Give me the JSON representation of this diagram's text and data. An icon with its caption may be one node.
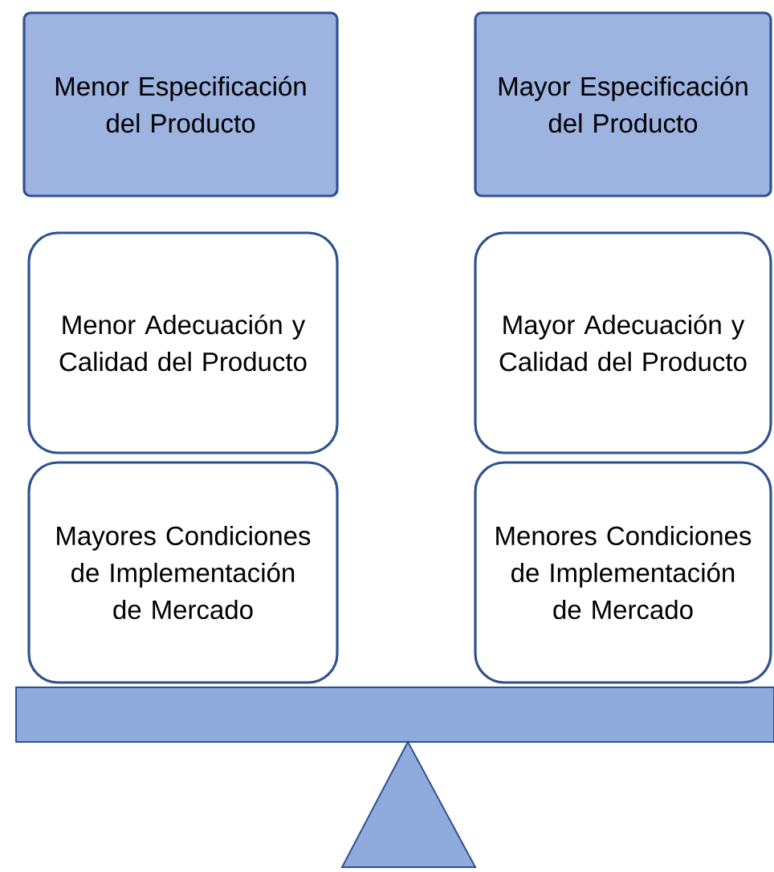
{
  "diagram": {
    "nodes": [
      {
        "text": [
          "Menor Especificación del Producto"
        ]
      },
      {
        "text": [
          "Mayor Especificación del Producto"
        ]
      },
      {
        "text": [
          "Menor Adecuación y Calidad del Producto"
        ]
      },
      {
        "text": [
          "Mayor Adecuación y Calidad del Producto"
        ]
      },
      {
        "text": [
          "Mayores Condiciones de Implementación de Mercado"
        ]
      },
      {
        "text": [
          "Menores Condiciones de Implementación de Mercado"
        ]
      }
    ]
  }
}
